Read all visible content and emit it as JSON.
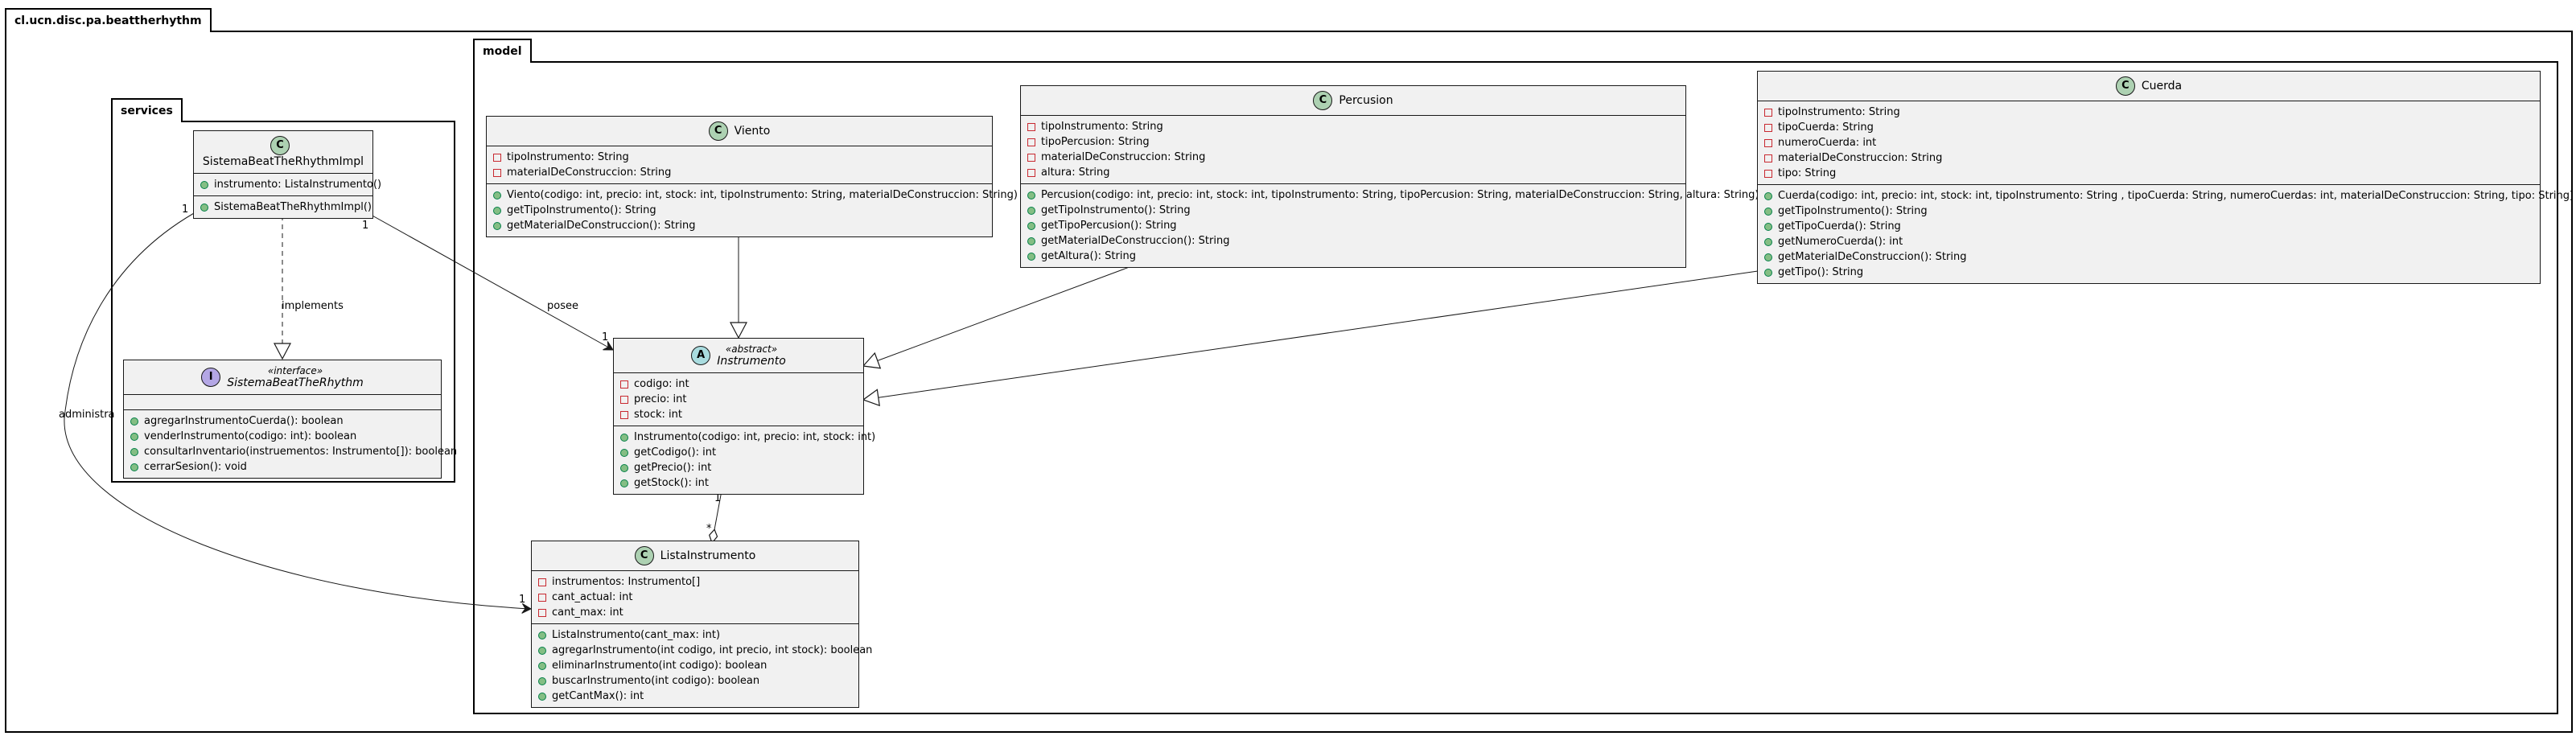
{
  "packages": {
    "root": "cl.ucn.disc.pa.beattherhythm",
    "services": "services",
    "model": "model"
  },
  "classes": {
    "impl": {
      "kind": "C",
      "name": "SistemaBeatTheRhythmImpl",
      "fields": [
        {
          "vis": "pub",
          "text": "instrumento: ListaInstrumento()"
        }
      ],
      "methods": [
        {
          "vis": "pub",
          "text": "SistemaBeatTheRhythmImpl()"
        }
      ]
    },
    "iface": {
      "kind": "I",
      "stereotype": "«interface»",
      "name": "SistemaBeatTheRhythm",
      "fields": [],
      "methods": [
        {
          "vis": "pub",
          "text": "agregarInstrumentoCuerda(): boolean"
        },
        {
          "vis": "pub",
          "text": "venderInstrumento(codigo: int): boolean"
        },
        {
          "vis": "pub",
          "text": "consultarInventario(instruementos: Instrumento[]): boolean"
        },
        {
          "vis": "pub",
          "text": "cerrarSesion(): void"
        }
      ]
    },
    "viento": {
      "kind": "C",
      "name": "Viento",
      "fields": [
        {
          "vis": "priv",
          "text": "tipoInstrumento: String"
        },
        {
          "vis": "priv",
          "text": "materialDeConstruccion: String"
        }
      ],
      "methods": [
        {
          "vis": "pub",
          "text": "Viento(codigo: int, precio: int, stock: int, tipoInstrumento: String, materialDeConstruccion: String)"
        },
        {
          "vis": "pub",
          "text": "getTipoInstrumento(): String"
        },
        {
          "vis": "pub",
          "text": "getMaterialDeConstruccion(): String"
        }
      ]
    },
    "percusion": {
      "kind": "C",
      "name": "Percusion",
      "fields": [
        {
          "vis": "priv",
          "text": "tipoInstrumento: String"
        },
        {
          "vis": "priv",
          "text": "tipoPercusion: String"
        },
        {
          "vis": "priv",
          "text": "materialDeConstruccion: String"
        },
        {
          "vis": "priv",
          "text": "altura: String"
        }
      ],
      "methods": [
        {
          "vis": "pub",
          "text": "Percusion(codigo: int, precio: int, stock: int, tipoInstrumento: String, tipoPercusion: String, materialDeConstruccion: String, altura: String)"
        },
        {
          "vis": "pub",
          "text": "getTipoInstrumento(): String"
        },
        {
          "vis": "pub",
          "text": "getTipoPercusion(): String"
        },
        {
          "vis": "pub",
          "text": "getMaterialDeConstruccion(): String"
        },
        {
          "vis": "pub",
          "text": "getAltura(): String"
        }
      ]
    },
    "cuerda": {
      "kind": "C",
      "name": "Cuerda",
      "fields": [
        {
          "vis": "priv",
          "text": "tipoInstrumento: String"
        },
        {
          "vis": "priv",
          "text": "tipoCuerda: String"
        },
        {
          "vis": "priv",
          "text": "numeroCuerda: int"
        },
        {
          "vis": "priv",
          "text": "materialDeConstruccion: String"
        },
        {
          "vis": "priv",
          "text": "tipo: String"
        }
      ],
      "methods": [
        {
          "vis": "pub",
          "text": "Cuerda(codigo: int, precio: int, stock: int, tipoInstrumento: String , tipoCuerda: String, numeroCuerdas: int, materialDeConstruccion: String, tipo: String)"
        },
        {
          "vis": "pub",
          "text": "getTipoInstrumento(): String"
        },
        {
          "vis": "pub",
          "text": "getTipoCuerda(): String"
        },
        {
          "vis": "pub",
          "text": "getNumeroCuerda(): int"
        },
        {
          "vis": "pub",
          "text": "getMaterialDeConstruccion(): String"
        },
        {
          "vis": "pub",
          "text": "getTipo(): String"
        }
      ]
    },
    "instrumento": {
      "kind": "A",
      "stereotype": "«abstract»",
      "name": "Instrumento",
      "fields": [
        {
          "vis": "priv",
          "text": "codigo: int"
        },
        {
          "vis": "priv",
          "text": "precio: int"
        },
        {
          "vis": "priv",
          "text": "stock: int"
        }
      ],
      "methods": [
        {
          "vis": "pub",
          "text": "Instrumento(codigo: int, precio: int, stock: int)"
        },
        {
          "vis": "pub",
          "text": "getCodigo(): int"
        },
        {
          "vis": "pub",
          "text": "getPrecio(): int"
        },
        {
          "vis": "pub",
          "text": "getStock(): int"
        }
      ]
    },
    "lista": {
      "kind": "C",
      "name": "ListaInstrumento",
      "fields": [
        {
          "vis": "priv",
          "text": "instrumentos: Instrumento[]"
        },
        {
          "vis": "priv",
          "text": "cant_actual: int"
        },
        {
          "vis": "priv",
          "text": "cant_max: int"
        }
      ],
      "methods": [
        {
          "vis": "pub",
          "text": "ListaInstrumento(cant_max: int)"
        },
        {
          "vis": "pub",
          "text": "agregarInstrumento(int codigo, int precio, int stock): boolean"
        },
        {
          "vis": "pub",
          "text": "eliminarInstrumento(int codigo): boolean"
        },
        {
          "vis": "pub",
          "text": "buscarInstrumento(int codigo): boolean"
        },
        {
          "vis": "pub",
          "text": "getCantMax(): int"
        }
      ]
    }
  },
  "relations": {
    "implements": "implements",
    "posee": "posee",
    "administra": "administra",
    "mult_one": "1",
    "mult_many": "*"
  }
}
